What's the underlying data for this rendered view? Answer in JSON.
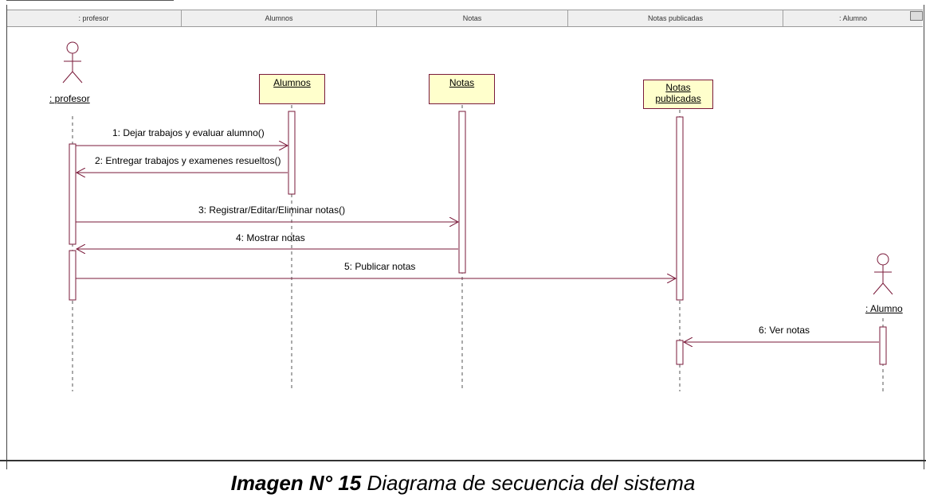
{
  "lanes": [
    ": profesor",
    "Alumnos",
    "Notas",
    "Notas publicadas",
    ": Alumno"
  ],
  "actors": {
    "profesor": ": profesor",
    "alumno": ": Alumno"
  },
  "objects": {
    "alumnos": "Alumnos",
    "notas": "Notas",
    "notas_publicadas_line1": "Notas",
    "notas_publicadas_line2": "publicadas"
  },
  "messages": [
    "1: Dejar trabajos y evaluar alumno()",
    "2: Entregar trabajos y examenes resueltos()",
    "3: Registrar/Editar/Eliminar notas()",
    "4: Mostrar notas",
    "5: Publicar notas",
    "6: Ver notas"
  ],
  "caption": {
    "bold": "Imagen N° 15",
    "text": " Diagrama de secuencia del sistema"
  },
  "colors": {
    "line": "#7a1a3a",
    "box_fill": "#ffffcc"
  }
}
